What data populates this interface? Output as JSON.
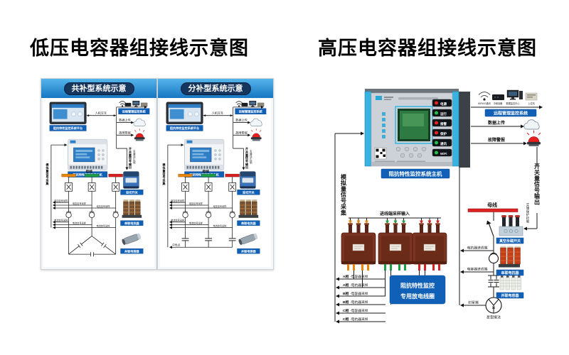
{
  "titles": {
    "low_voltage": "低压电容器组接线示意图",
    "high_voltage": "高压电容器组接线示意图"
  },
  "palette": {
    "label_blue": "#1060b8",
    "header_blue": "#2a96dc",
    "phase_a": "#e8860a",
    "phase_b": "#1e9e45",
    "phase_c": "#d42020",
    "bus_red": "#dd2222",
    "alarm_red": "#e82020",
    "run_green": "#22c24a"
  },
  "lv": {
    "panel_common_header": "共补型系统示意",
    "panel_split_header": "分补型系统示意",
    "monitor_label": "阻抗特性监控系统平台",
    "remote_system_label": "远程管理监控系统",
    "hmi_label": "人机交互",
    "data_upload_label": "数据上传",
    "fault_alarm_label": "故障警报",
    "controller_label": "阻抗特性监控系统主机",
    "switch_output_label": "开关量信号输出",
    "protect_control_label": "实施保护控制",
    "analog_collect_label": "模拟量信号采集",
    "busbar_label": "母线",
    "voltage_sample_label": "电压信号采样",
    "current_sample_label": "电流信号采样",
    "neutral_label": "中性点",
    "switch_device_label": "投切开关",
    "series_reactor_label": "串联电抗器",
    "shunt_capacitor_label": "并联电容器"
  },
  "hv": {
    "host_label": "阻抗特性监控系统主机",
    "leds": [
      {
        "label": "电源",
        "color": "#e82020"
      },
      {
        "label": "运行",
        "color": "#22c24a"
      },
      {
        "label": "报警",
        "color": "#e82020"
      },
      {
        "label": "保护",
        "color": "#e82020"
      },
      {
        "label": "通讯",
        "color": "#22c24a"
      },
      {
        "label": "WiFi",
        "color": "#22c24a"
      }
    ],
    "remote_icons": {
      "wifi": "WiFi/4G通讯",
      "recorder": "中继设备",
      "center": "数据监控中心",
      "host": "上位机"
    },
    "remote_system_label": "远程管理监控系统",
    "data_upload_label": "数据上传",
    "fault_alarm_label": "故障警报",
    "switch_output_label": "开关量信号输出",
    "protect_control_label": "实施保护控制",
    "analog_collect_label": "模拟量信号采集",
    "incoming_sample_label": "进线端采样输入",
    "busbar_label": "母线",
    "vacuum_switch_label": "真空永磁开关",
    "reactor_inlet_label": "电抗器进线端",
    "series_reactor_label": "串联电抗器",
    "capacitor_inlet_label": "电容器进线端",
    "shunt_capacitor_label": "并联电容器",
    "star_seal_label": "封星端",
    "star_connect_label": "星型接法",
    "discharge_line1": "阻抗特性监控",
    "discharge_line2": "专用放电线圈",
    "sampling_lines": [
      {
        "phase": "A相",
        "rest": "-电容器采样",
        "color": "#e8860a"
      },
      {
        "phase": "A相",
        "rest": "-电抗器采样",
        "color": "#e8860a"
      },
      {
        "phase": "B相",
        "rest": "-电容器采样",
        "color": "#1e9e45"
      },
      {
        "phase": "B相",
        "rest": "-电抗器采样",
        "color": "#1e9e45"
      },
      {
        "phase": "C相",
        "rest": "-电容器采样",
        "color": "#d42020"
      },
      {
        "phase": "C相",
        "rest": "-电抗器采样",
        "color": "#d42020"
      }
    ]
  }
}
